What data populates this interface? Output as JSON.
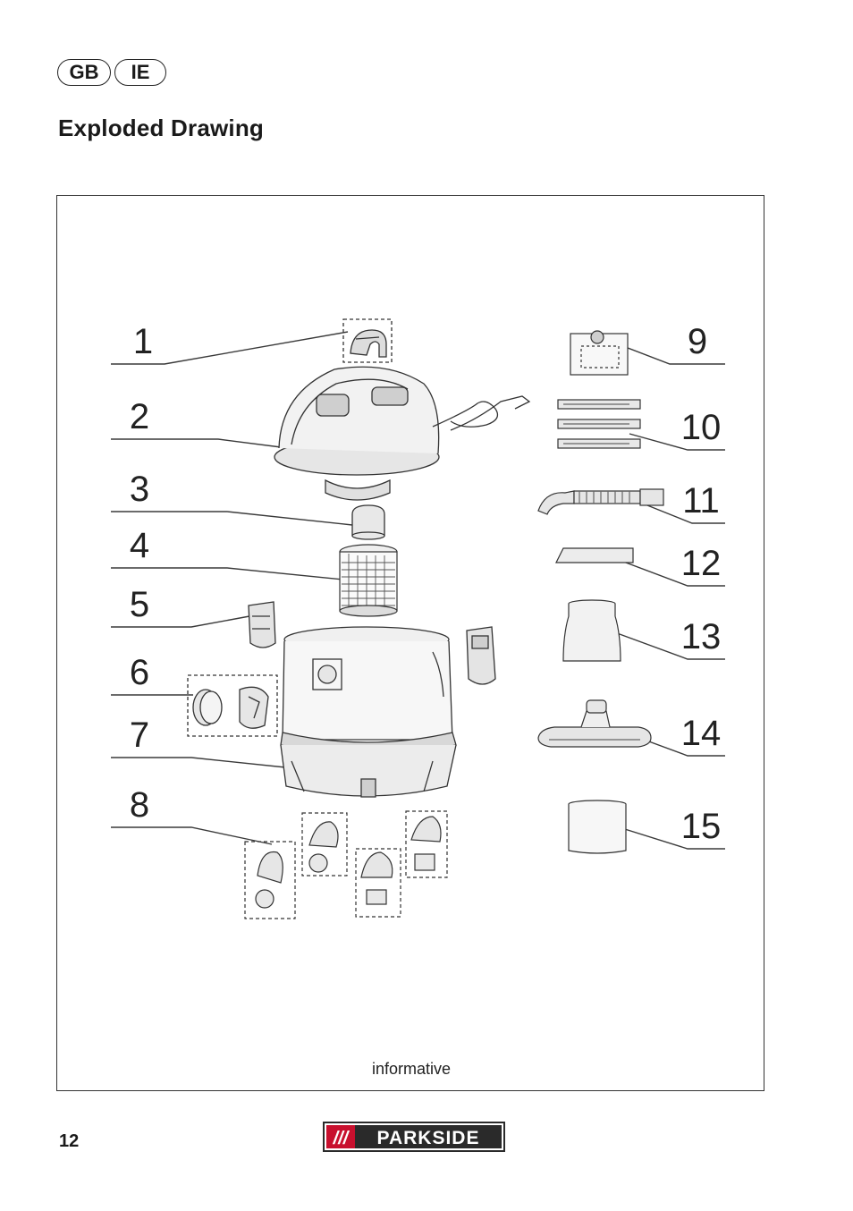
{
  "header": {
    "country_badges": [
      "GB",
      "IE"
    ],
    "title": "Exploded Drawing"
  },
  "drawing": {
    "part_numbers": [
      "1",
      "2",
      "3",
      "4",
      "5",
      "6",
      "7",
      "8",
      "9",
      "10",
      "11",
      "12",
      "13",
      "14",
      "15"
    ],
    "caption": "informative"
  },
  "footer": {
    "page_number": "12",
    "brand_logo": "PARKSIDE",
    "brand_logo_stripes": "///"
  },
  "colors": {
    "logo_red": "#c8102e",
    "logo_dark": "#2a2a2a",
    "line": "#3a3a3a"
  }
}
